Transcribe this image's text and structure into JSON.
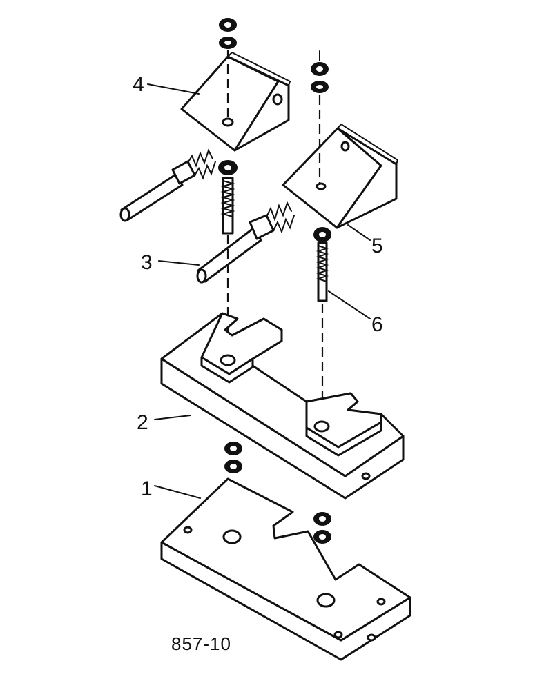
{
  "diagram": {
    "callouts": {
      "part_1": "1",
      "part_2": "2",
      "part_3": "3",
      "part_4": "4",
      "part_5": "5",
      "part_6": "6"
    },
    "figure_code": "857-10"
  }
}
